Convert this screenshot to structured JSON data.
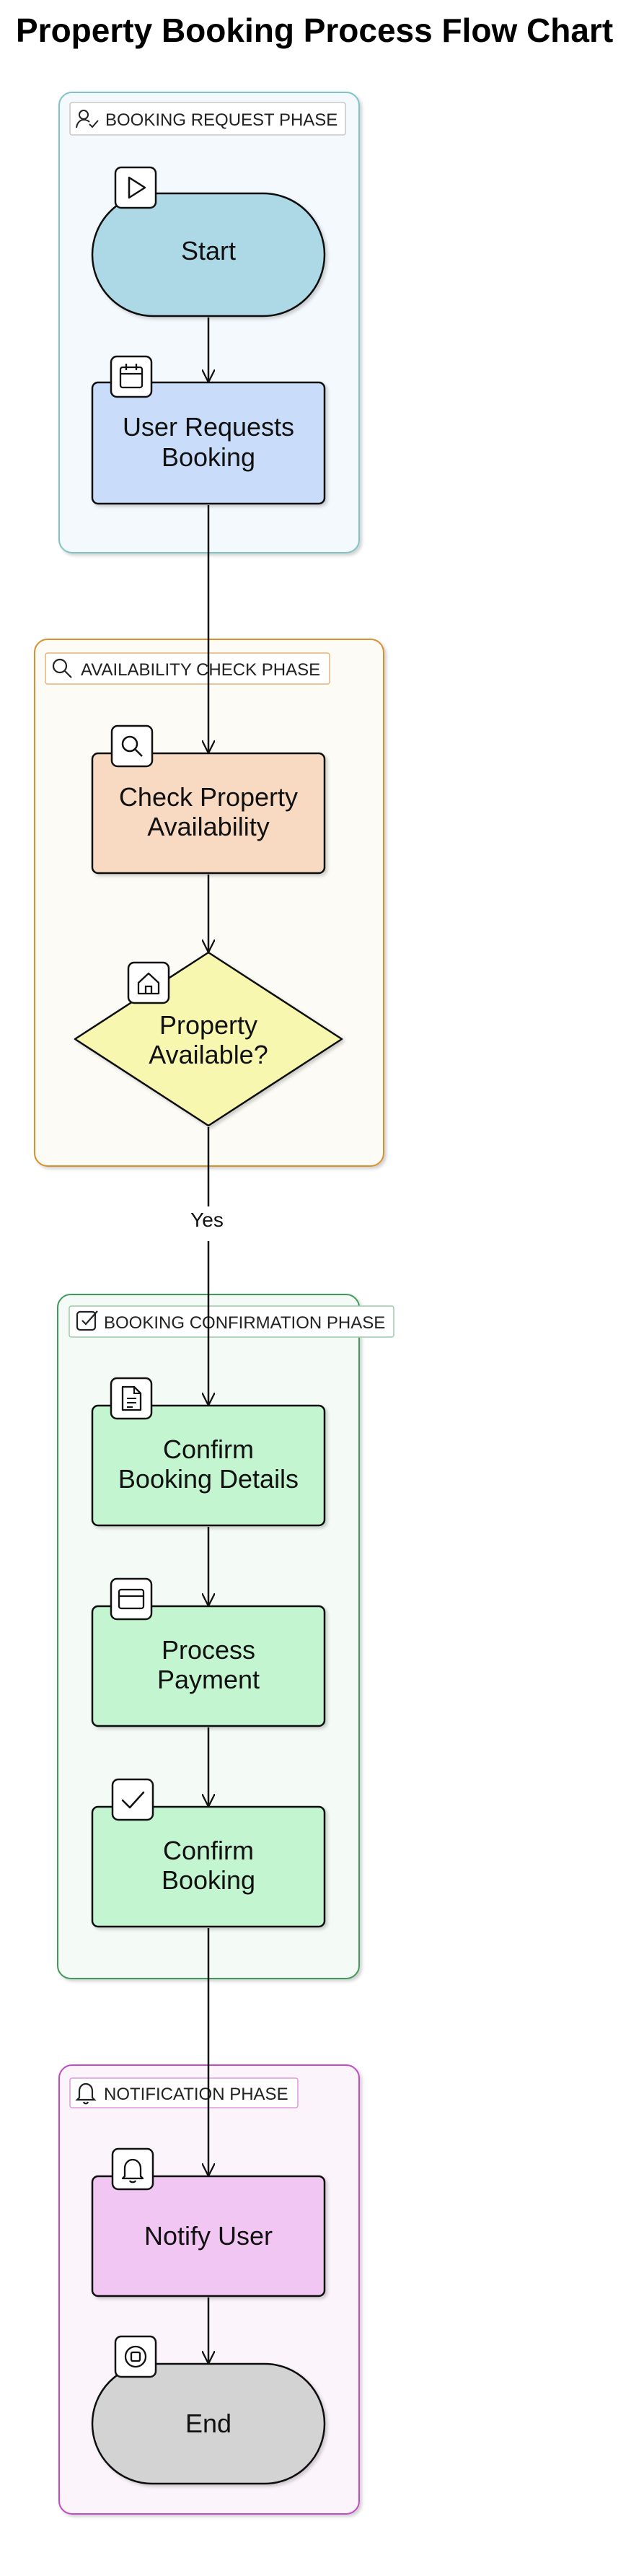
{
  "title": "Property Booking Process Flow Chart",
  "phases": {
    "request": {
      "label": "BOOKING REQUEST PHASE",
      "icon": "user-check-icon",
      "color": "#7fc4c4"
    },
    "availability": {
      "label": "AVAILABILITY CHECK PHASE",
      "icon": "search-icon",
      "color": "#d9902e"
    },
    "confirmation": {
      "label": "BOOKING CONFIRMATION PHASE",
      "icon": "checkbox-icon",
      "color": "#3f9a5a"
    },
    "notification": {
      "label": "NOTIFICATION PHASE",
      "icon": "bell-icon",
      "color": "#c24ac7"
    }
  },
  "nodes": {
    "start": {
      "line1": "Start",
      "icon": "play-icon",
      "fill": "#add8e6"
    },
    "request": {
      "line1": "User Requests",
      "line2": "Booking",
      "icon": "calendar-icon",
      "fill": "#c9ddfb"
    },
    "check": {
      "line1": "Check Property",
      "line2": "Availability",
      "icon": "search-icon",
      "fill": "#f8d9c2"
    },
    "decision": {
      "line1": "Property",
      "line2": "Available?",
      "icon": "home-icon",
      "fill": "#f7f7b0"
    },
    "details": {
      "line1": "Confirm",
      "line2": "Booking Details",
      "icon": "document-icon",
      "fill": "#c3f5d1"
    },
    "payment": {
      "line1": "Process",
      "line2": "Payment",
      "icon": "credit-card-icon",
      "fill": "#c3f5d1"
    },
    "confirm": {
      "line1": "Confirm",
      "line2": "Booking",
      "icon": "check-icon",
      "fill": "#c3f5d1"
    },
    "notify": {
      "line1": "Notify User",
      "icon": "bell-icon",
      "fill": "#f2c6f2"
    },
    "end": {
      "line1": "End",
      "icon": "stop-icon",
      "fill": "#d3d3d3"
    }
  },
  "edges": {
    "yes_label": "Yes"
  }
}
